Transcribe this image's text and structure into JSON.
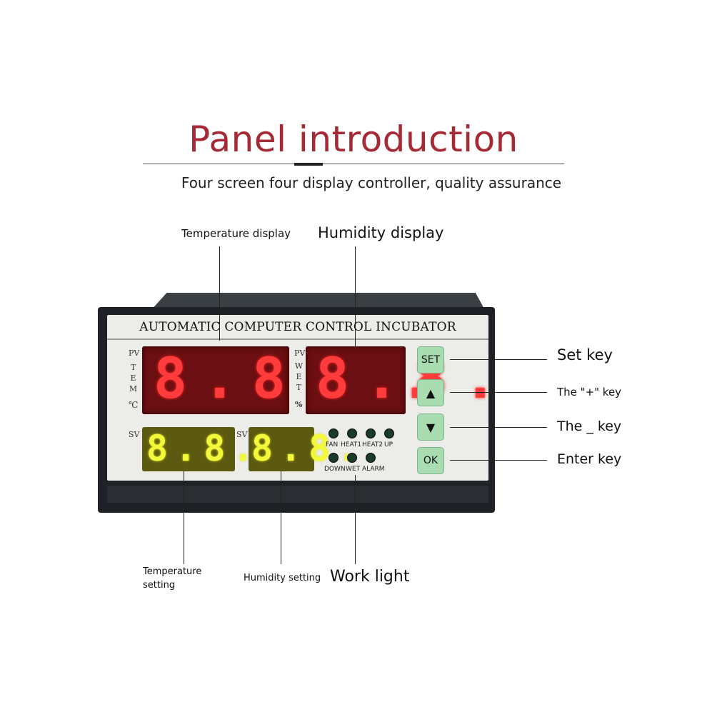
{
  "title": "Panel introduction",
  "subtitle": "Four screen four display controller, quality assurance",
  "labels": {
    "temperature_display": "Temperature display",
    "humidity_display": "Humidity display",
    "set_key": "Set key",
    "plus_key": "The \"+\" key",
    "minus_key": "The _ key",
    "enter_key": "Enter key",
    "temperature_setting_1": "Temperature",
    "temperature_setting_2": "setting",
    "humidity_setting": "Humidity setting",
    "work_light": "Work light"
  },
  "device": {
    "brand": "AUTOMATIC COMPUTER CONTROL INCUBATOR",
    "pv": "PV",
    "sv": "SV",
    "tem": "TEM",
    "celsius": "℃",
    "wet": "WET",
    "percent": "%",
    "temp_digits": "8.8.8.",
    "hum_digits": "8.8.",
    "temp_set_digits": "8.8.8.",
    "hum_set_digits": "8.8.",
    "leds_row1": [
      "FAN",
      "HEAT1",
      "HEAT2",
      "UP"
    ],
    "leds_row2": [
      "DOWN",
      "WET",
      "ALARM"
    ],
    "keys": {
      "set": "SET",
      "up": "▲",
      "down": "▼",
      "ok": "OK"
    }
  },
  "colors": {
    "title": "#a52a35",
    "display_red": "#ff3b3b",
    "display_yellow": "#f3f93a",
    "key_green": "#a9ddb1"
  }
}
